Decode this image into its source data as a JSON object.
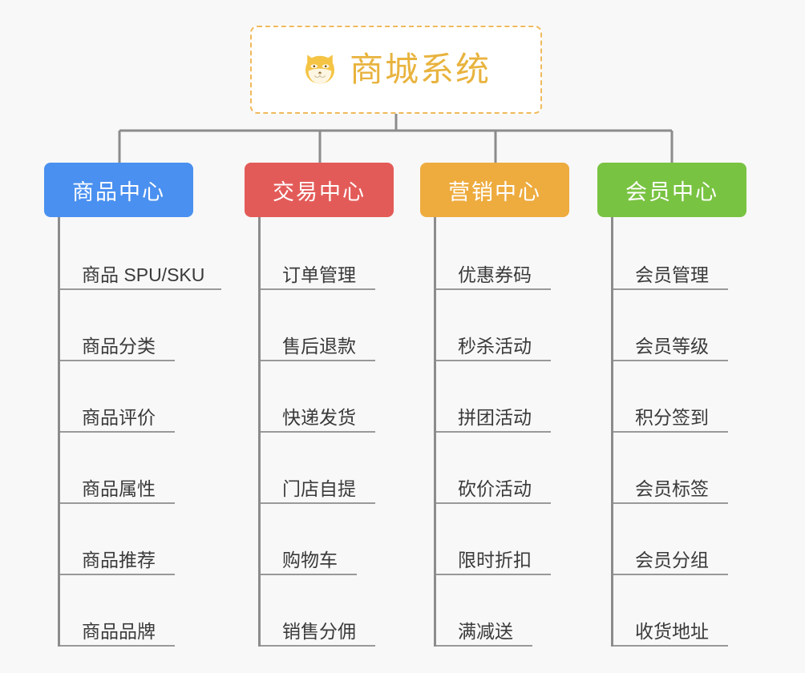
{
  "diagram": {
    "title": "商城系统",
    "background_color": "#f8f8f8",
    "root": {
      "label": "商城系统",
      "icon": "shiba-dog-face-icon",
      "text_color": "#e8b33e",
      "border_color": "#f0ba5b",
      "background_color": "#ffffff"
    },
    "line_color": "#8c8c8c",
    "underline_color": "#999999",
    "columns": [
      {
        "header": "商品中心",
        "color": "#4a90f0",
        "items": [
          "商品 SPU/SKU",
          "商品分类",
          "商品评价",
          "商品属性",
          "商品推荐",
          "商品品牌"
        ]
      },
      {
        "header": "交易中心",
        "color": "#e35b58",
        "items": [
          "订单管理",
          "售后退款",
          "快递发货",
          "门店自提",
          "购物车",
          "销售分佣"
        ]
      },
      {
        "header": "营销中心",
        "color": "#eeab3e",
        "items": [
          "优惠券码",
          "秒杀活动",
          "拼团活动",
          "砍价活动",
          "限时折扣",
          "满减送"
        ]
      },
      {
        "header": "会员中心",
        "color": "#79c342",
        "items": [
          "会员管理",
          "会员等级",
          "积分签到",
          "会员标签",
          "会员分组",
          "收货地址"
        ]
      }
    ]
  }
}
